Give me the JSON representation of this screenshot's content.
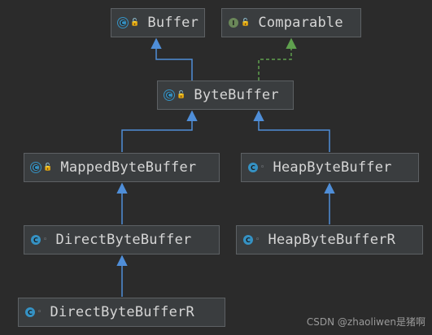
{
  "nodes": {
    "buffer": {
      "label": "Buffer",
      "kind": "abstract-class",
      "visibility": "public"
    },
    "comparable": {
      "label": "Comparable",
      "kind": "interface",
      "visibility": "public"
    },
    "bytebuffer": {
      "label": "ByteBuffer",
      "kind": "abstract-class",
      "visibility": "public"
    },
    "mappedbytebuffer": {
      "label": "MappedByteBuffer",
      "kind": "abstract-class",
      "visibility": "public"
    },
    "heapbytebuffer": {
      "label": "HeapByteBuffer",
      "kind": "class",
      "visibility": "package-private"
    },
    "directbytebuffer": {
      "label": "DirectByteBuffer",
      "kind": "class",
      "visibility": "package-private"
    },
    "heapbytebufferr": {
      "label": "HeapByteBufferR",
      "kind": "class",
      "visibility": "package-private"
    },
    "directbytebufferr": {
      "label": "DirectByteBufferR",
      "kind": "class",
      "visibility": "package-private"
    }
  },
  "edges": [
    {
      "from": "bytebuffer",
      "to": "buffer",
      "relation": "extends"
    },
    {
      "from": "bytebuffer",
      "to": "comparable",
      "relation": "implements"
    },
    {
      "from": "mappedbytebuffer",
      "to": "bytebuffer",
      "relation": "extends"
    },
    {
      "from": "heapbytebuffer",
      "to": "bytebuffer",
      "relation": "extends"
    },
    {
      "from": "directbytebuffer",
      "to": "mappedbytebuffer",
      "relation": "extends"
    },
    {
      "from": "heapbytebufferr",
      "to": "heapbytebuffer",
      "relation": "extends"
    },
    {
      "from": "directbytebufferr",
      "to": "directbytebuffer",
      "relation": "extends"
    }
  ],
  "colors": {
    "background": "#2b2b2b",
    "extends_arrow": "#4f8ed8",
    "implements_arrow": "#5fa04e"
  },
  "watermark": "CSDN @zhaoliwen是猪啊"
}
